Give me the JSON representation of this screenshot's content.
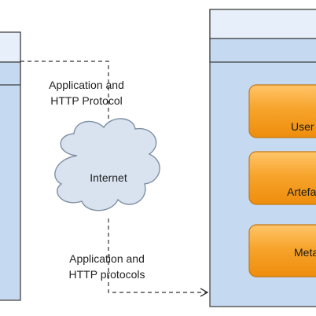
{
  "diagram": {
    "cloud_label": "Internet",
    "edge_top_label": [
      "Application and",
      "HTTP Protocol"
    ],
    "edge_bottom_label": [
      "Application and",
      "HTTP protocols"
    ],
    "server_components": [
      "User",
      "Artefa",
      "Meta"
    ]
  },
  "colors": {
    "container_fill": "#c5d9f1",
    "container_header_fill": "#e6effa",
    "container_stroke": "#3a3a3a",
    "component_fill": "#f59a1c",
    "component_stroke": "#c87810",
    "cloud_fill": "#d9e3f0",
    "cloud_stroke": "#7f8fa3",
    "connector": "#333333"
  }
}
